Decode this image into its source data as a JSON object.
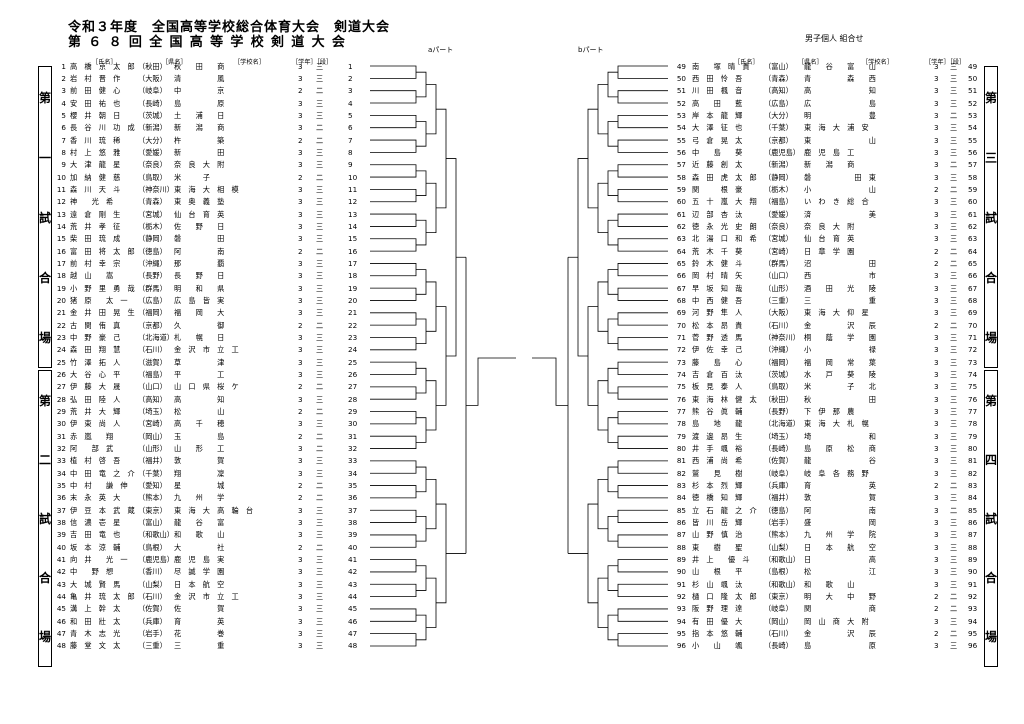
{
  "title": {
    "line1": "令和３年度　全国高等学校総合体育大会　剣道大会",
    "line2": "第６８回全国高等学校剣道大会"
  },
  "parts": {
    "a": "aパート",
    "b": "bパート"
  },
  "right_title": "男子個人 組合せ",
  "headers": {
    "name": "［氏名］",
    "pref": "［県名］",
    "school": "［学校名］",
    "grade": "［学年］［段］"
  },
  "courts": [
    {
      "label": [
        "第",
        "一",
        "試",
        "合",
        "場"
      ]
    },
    {
      "label": [
        "第",
        "二",
        "試",
        "合",
        "場"
      ]
    },
    {
      "label": [
        "第",
        "三",
        "試",
        "合",
        "場"
      ]
    },
    {
      "label": [
        "第",
        "四",
        "試",
        "合",
        "場"
      ]
    }
  ],
  "left_entries": [
    {
      "no": "1",
      "name": "高　橋　京　太　郎",
      "pref": "（秋田）",
      "school": "秋　　田　　商",
      "g": "3",
      "d": "三"
    },
    {
      "no": "2",
      "name": "岩　村　晋　作",
      "pref": "（大阪）",
      "school": "清　　　　　風",
      "g": "3",
      "d": "三"
    },
    {
      "no": "3",
      "name": "前　田　健　心",
      "pref": "（岐阜）",
      "school": "中　　　　　京",
      "g": "2",
      "d": "二"
    },
    {
      "no": "4",
      "name": "安　田　祐　也",
      "pref": "（長崎）",
      "school": "島　　　　　原",
      "g": "3",
      "d": "三"
    },
    {
      "no": "5",
      "name": "櫻　井　朝　日",
      "pref": "（茨城）",
      "school": "土　　浦　　日",
      "g": "3",
      "d": "三"
    },
    {
      "no": "6",
      "name": "長　谷　川　功　成",
      "pref": "（新潟）",
      "school": "新　　潟　　商",
      "g": "3",
      "d": "二"
    },
    {
      "no": "7",
      "name": "香　川　琉　稀",
      "pref": "（大分）",
      "school": "杵　　　　　築",
      "g": "2",
      "d": "二"
    },
    {
      "no": "8",
      "name": "村　上　悠　雅",
      "pref": "（愛媛）",
      "school": "新　　　　　田",
      "g": "3",
      "d": "三"
    },
    {
      "no": "9",
      "name": "大　津　龍　星",
      "pref": "（奈良）",
      "school": "奈　良　大　附",
      "g": "3",
      "d": "三"
    },
    {
      "no": "10",
      "name": "加　納　健　慈",
      "pref": "（鳥取）",
      "school": "米　　　子　　",
      "g": "2",
      "d": "二"
    },
    {
      "no": "11",
      "name": "森　川　天　斗",
      "pref": "（神奈川）",
      "school": "東　海　大　相　模",
      "g": "3",
      "d": "三"
    },
    {
      "no": "12",
      "name": "神　　光　希",
      "pref": "（青森）",
      "school": "東　奥　義　塾",
      "g": "3",
      "d": "三"
    },
    {
      "no": "13",
      "name": "遠　倉　剛　生",
      "pref": "（宮城）",
      "school": "仙　台　育　英",
      "g": "3",
      "d": "三"
    },
    {
      "no": "14",
      "name": "荒　井　孝　征",
      "pref": "（栃木）",
      "school": "佐　　野　　日",
      "g": "3",
      "d": "三"
    },
    {
      "no": "15",
      "name": "柴　田　琉　成",
      "pref": "（静岡）",
      "school": "磐　　　　　田",
      "g": "3",
      "d": "三"
    },
    {
      "no": "16",
      "name": "富　田　将　太　郎",
      "pref": "（徳島）",
      "school": "阿　　　　　南",
      "g": "2",
      "d": "二"
    },
    {
      "no": "17",
      "name": "前　村　幸　宗",
      "pref": "（沖縄）",
      "school": "那　　　　　覇",
      "g": "3",
      "d": "三"
    },
    {
      "no": "18",
      "name": "越　山　　嵩",
      "pref": "（長野）",
      "school": "長　　野　　日",
      "g": "3",
      "d": "三"
    },
    {
      "no": "19",
      "name": "小　野　里　勇　哉",
      "pref": "（群馬）",
      "school": "明　　和　　県",
      "g": "3",
      "d": "三"
    },
    {
      "no": "20",
      "name": "猪　原　　太　一",
      "pref": "（広島）",
      "school": "広　島　皆　実",
      "g": "3",
      "d": "三"
    },
    {
      "no": "21",
      "name": "金　井　田　晃　生",
      "pref": "（福岡）",
      "school": "福　　岡　　大",
      "g": "3",
      "d": "三"
    },
    {
      "no": "22",
      "name": "古　関　侑　真",
      "pref": "（京都）",
      "school": "久　　　　　御",
      "g": "2",
      "d": "二"
    },
    {
      "no": "23",
      "name": "中　野　豪　己",
      "pref": "（北海道）",
      "school": "札　　幌　　日",
      "g": "3",
      "d": "三"
    },
    {
      "no": "24",
      "name": "森　田　翔　慧",
      "pref": "（石川）",
      "school": "金　沢　市　立　工",
      "g": "3",
      "d": "三"
    },
    {
      "no": "25",
      "name": "竹　澤　拓　人",
      "pref": "（滋賀）",
      "school": "草　　　　　津",
      "g": "3",
      "d": "三"
    },
    {
      "no": "26",
      "name": "大　谷　心　平",
      "pref": "（福島）",
      "school": "平　　　　　工",
      "g": "3",
      "d": "三"
    },
    {
      "no": "27",
      "name": "伊　藤　大　晟",
      "pref": "（山口）",
      "school": "山　口　県　桜　ケ",
      "g": "2",
      "d": "二"
    },
    {
      "no": "28",
      "name": "弘　田　陸　人",
      "pref": "（高知）",
      "school": "高　　　　　知",
      "g": "3",
      "d": "三"
    },
    {
      "no": "29",
      "name": "荒　井　大　輝",
      "pref": "（埼玉）",
      "school": "松　　　　　山",
      "g": "2",
      "d": "二"
    },
    {
      "no": "30",
      "name": "伊　東　尚　人",
      "pref": "（宮崎）",
      "school": "高　　千　　穂",
      "g": "3",
      "d": "三"
    },
    {
      "no": "31",
      "name": "赤　嵐　　翔",
      "pref": "（岡山）",
      "school": "玉　　　　　島",
      "g": "2",
      "d": "二"
    },
    {
      "no": "32",
      "name": "阿　　部　武",
      "pref": "（山形）",
      "school": "山　　形　　工",
      "g": "3",
      "d": "二"
    },
    {
      "no": "33",
      "name": "植　村　啓　吾",
      "pref": "（福井）",
      "school": "敦　　　　　賀",
      "g": "3",
      "d": "三"
    },
    {
      "no": "34",
      "name": "中　田　竜　之　介",
      "pref": "（千葉）",
      "school": "翔　　　　　凜",
      "g": "3",
      "d": "三"
    },
    {
      "no": "35",
      "name": "中　村　　謙　伸",
      "pref": "（愛知）",
      "school": "星　　　　　城",
      "g": "2",
      "d": "二"
    },
    {
      "no": "36",
      "name": "末　永　英　大",
      "pref": "（熊本）",
      "school": "九　　州　　学",
      "g": "2",
      "d": "二"
    },
    {
      "no": "37",
      "name": "伊　豆　本　武　蔵",
      "pref": "（東京）",
      "school": "東　海　大　高　輪　台",
      "g": "3",
      "d": "三"
    },
    {
      "no": "38",
      "name": "信　濃　壱　星",
      "pref": "（富山）",
      "school": "龍　　谷　　富",
      "g": "3",
      "d": "三"
    },
    {
      "no": "39",
      "name": "吉　田　竜　也",
      "pref": "（和歌山）",
      "school": "和　　歌　　山",
      "g": "3",
      "d": "三"
    },
    {
      "no": "40",
      "name": "坂　本　涼　輔",
      "pref": "（鳥根）",
      "school": "大　　　　　社",
      "g": "2",
      "d": "二"
    },
    {
      "no": "41",
      "name": "向　井　　光　一",
      "pref": "（鹿児島）",
      "school": "鹿　児　島　実",
      "g": "3",
      "d": "三"
    },
    {
      "no": "42",
      "name": "中　　野　想",
      "pref": "（香川）",
      "school": "尽　誠　学　園",
      "g": "3",
      "d": "三"
    },
    {
      "no": "43",
      "name": "大　城　賢　馬",
      "pref": "（山梨）",
      "school": "日　本　航　空",
      "g": "3",
      "d": "三"
    },
    {
      "no": "44",
      "name": "亀　井　琉　太　郎",
      "pref": "（石川）",
      "school": "金　沢　市　立　工",
      "g": "3",
      "d": "三"
    },
    {
      "no": "45",
      "name": "溝　上　幹　太",
      "pref": "（佐賀）",
      "school": "佐　　　　　賀",
      "g": "3",
      "d": "三"
    },
    {
      "no": "46",
      "name": "和　田　壯　太",
      "pref": "（兵庫）",
      "school": "育　　　　　英",
      "g": "3",
      "d": "三"
    },
    {
      "no": "47",
      "name": "青　木　志　光",
      "pref": "（岩手）",
      "school": "花　　　　　巻",
      "g": "3",
      "d": "三"
    },
    {
      "no": "48",
      "name": "藤　堂　文　太",
      "pref": "（三重）",
      "school": "三　　　　　重",
      "g": "3",
      "d": "三"
    }
  ],
  "right_entries": [
    {
      "no": "49",
      "name": "南　　塚　晴　貴",
      "pref": "（富山）",
      "school": "龍　　谷　　富　　山",
      "g": "3",
      "d": "三"
    },
    {
      "no": "50",
      "name": "西　田　怜　吾",
      "pref": "（青森）",
      "school": "青　　　　　森　　西",
      "g": "3",
      "d": "三"
    },
    {
      "no": "51",
      "name": "川　田　楓　音",
      "pref": "（高知）",
      "school": "高　　　　　　　　知",
      "g": "3",
      "d": "三"
    },
    {
      "no": "52",
      "name": "高　　田　　藍",
      "pref": "（広島）",
      "school": "広　　　　　　　　島",
      "g": "3",
      "d": "三"
    },
    {
      "no": "53",
      "name": "岸　本　龍　輝",
      "pref": "（大分）",
      "school": "明　　　　　　　　豊",
      "g": "3",
      "d": "二"
    },
    {
      "no": "54",
      "name": "大　澤　征　也",
      "pref": "（千葉）",
      "school": "東　海　大　浦　安",
      "g": "3",
      "d": "三"
    },
    {
      "no": "55",
      "name": "弓　倉　晃　太",
      "pref": "（京都）",
      "school": "東　　　　　　　　山",
      "g": "3",
      "d": "三"
    },
    {
      "no": "56",
      "name": "中　　島　　葵",
      "pref": "（鹿児島）",
      "school": "鹿　児　島　工",
      "g": "3",
      "d": "三"
    },
    {
      "no": "57",
      "name": "近　藤　創　太",
      "pref": "（新潟）",
      "school": "新　　潟　　商",
      "g": "3",
      "d": "二"
    },
    {
      "no": "58",
      "name": "森　田　虎　太　郎",
      "pref": "（静岡）",
      "school": "磐　　　　　　田　東",
      "g": "3",
      "d": "三"
    },
    {
      "no": "59",
      "name": "関　　　根　豪",
      "pref": "（栃木）",
      "school": "小　　　　　　　　山",
      "g": "2",
      "d": "二"
    },
    {
      "no": "60",
      "name": "五　十　嵐　大　翔",
      "pref": "（福島）",
      "school": "い　わ　き　総　合",
      "g": "3",
      "d": "三"
    },
    {
      "no": "61",
      "name": "辺　部　杏　汰",
      "pref": "（愛媛）",
      "school": "済　　　　　　　　美",
      "g": "3",
      "d": "三"
    },
    {
      "no": "62",
      "name": "徳　永　光　史　朗",
      "pref": "（奈良）",
      "school": "奈　良　大　附",
      "g": "3",
      "d": "三"
    },
    {
      "no": "63",
      "name": "北　湯　口　和　希",
      "pref": "（宮城）",
      "school": "仙　台　育　英",
      "g": "3",
      "d": "三"
    },
    {
      "no": "64",
      "name": "荒　木　千　葵",
      "pref": "（宮崎）",
      "school": "日　章　学　園",
      "g": "2",
      "d": "二"
    },
    {
      "no": "65",
      "name": "鈴　木　健　斗",
      "pref": "（群馬）",
      "school": "沼　　　　　　　　田",
      "g": "2",
      "d": "二"
    },
    {
      "no": "66",
      "name": "岡　村　晴　矢",
      "pref": "（山口）",
      "school": "西　　　　　　　　市",
      "g": "3",
      "d": "三"
    },
    {
      "no": "67",
      "name": "早　坂　知　哉",
      "pref": "（山形）",
      "school": "酒　　田　　光　　陵",
      "g": "3",
      "d": "三"
    },
    {
      "no": "68",
      "name": "中　西　健　吾",
      "pref": "（三重）",
      "school": "三　　　　　　　　重",
      "g": "3",
      "d": "三"
    },
    {
      "no": "69",
      "name": "河　野　隼　人",
      "pref": "（大阪）",
      "school": "東　海　大　仰　星",
      "g": "3",
      "d": "三"
    },
    {
      "no": "70",
      "name": "松　本　昂　貴",
      "pref": "（石川）",
      "school": "金　　　　　沢　　辰",
      "g": "2",
      "d": "二"
    },
    {
      "no": "71",
      "name": "菅　野　透　馬",
      "pref": "（神奈川）",
      "school": "桐　　蔭　　学　　園",
      "g": "3",
      "d": "三"
    },
    {
      "no": "72",
      "name": "伊　佐　幸　己",
      "pref": "（沖縄）",
      "school": "小　　　　　　　　禄",
      "g": "3",
      "d": "三"
    },
    {
      "no": "73",
      "name": "藤　　島　　心",
      "pref": "（福岡）",
      "school": "福　　岡　　常　　葉",
      "g": "3",
      "d": "三"
    },
    {
      "no": "74",
      "name": "吉　倉　百　汰",
      "pref": "（茨城）",
      "school": "水　　戸　　葵　　陵",
      "g": "3",
      "d": "三"
    },
    {
      "no": "75",
      "name": "板　見　泰　人",
      "pref": "（鳥取）",
      "school": "米　　　　　子　　北",
      "g": "3",
      "d": "三"
    },
    {
      "no": "76",
      "name": "東　海　林　健　太",
      "pref": "（秋田）",
      "school": "秋　　　　　　　　田",
      "g": "3",
      "d": "三"
    },
    {
      "no": "77",
      "name": "熊　谷　眞　輔",
      "pref": "（長野）",
      "school": "下　伊　那　農",
      "g": "3",
      "d": "三"
    },
    {
      "no": "78",
      "name": "島　　地　　龍",
      "pref": "（北海道）",
      "school": "東　海　大　札　幌",
      "g": "3",
      "d": "三"
    },
    {
      "no": "79",
      "name": "渡　邊　昂　生",
      "pref": "（埼玉）",
      "school": "埼　　　　　　　　和",
      "g": "3",
      "d": "三"
    },
    {
      "no": "80",
      "name": "井　手　颯　裕",
      "pref": "（長崎）",
      "school": "島　　原　　松　　商",
      "g": "3",
      "d": "三"
    },
    {
      "no": "81",
      "name": "西　浦　尚　希",
      "pref": "（佐賀）",
      "school": "龍　　　　　　　　谷",
      "g": "3",
      "d": "三"
    },
    {
      "no": "82",
      "name": "鷲　　見　　樹",
      "pref": "（岐阜）",
      "school": "岐　阜　各　務　野",
      "g": "3",
      "d": "三"
    },
    {
      "no": "83",
      "name": "杉　本　烈　輝",
      "pref": "（兵庫）",
      "school": "育　　　　　　　　英",
      "g": "2",
      "d": "二"
    },
    {
      "no": "84",
      "name": "徳　橋　知　輝",
      "pref": "（福井）",
      "school": "敦　　　　　　　　賀",
      "g": "3",
      "d": "三"
    },
    {
      "no": "85",
      "name": "立　石　龍　之　介",
      "pref": "（徳島）",
      "school": "阿　　　　　　　　南",
      "g": "3",
      "d": "二"
    },
    {
      "no": "86",
      "name": "皆　川　岳　輝",
      "pref": "（岩手）",
      "school": "盛　　　　　　　　岡",
      "g": "3",
      "d": "三"
    },
    {
      "no": "87",
      "name": "山　野　慎　治",
      "pref": "（熊本）",
      "school": "九　　州　　学　　院",
      "g": "3",
      "d": "三"
    },
    {
      "no": "88",
      "name": "東　　樹　　聖",
      "pref": "（山梨）",
      "school": "日　　本　　航　　空",
      "g": "3",
      "d": "三"
    },
    {
      "no": "89",
      "name": "井　上　　優　斗",
      "pref": "（和歌山）",
      "school": "日　　　　　　　　高",
      "g": "3",
      "d": "三"
    },
    {
      "no": "90",
      "name": "山　　根　　平",
      "pref": "（島根）",
      "school": "松　　　　　　　　江",
      "g": "3",
      "d": "三"
    },
    {
      "no": "91",
      "name": "杉　山　颯　汰",
      "pref": "（和歌山）",
      "school": "和　　歌　　山",
      "g": "3",
      "d": "三"
    },
    {
      "no": "92",
      "name": "樋　口　隆　太　郎",
      "pref": "（東京）",
      "school": "明　　大　　中　　野",
      "g": "2",
      "d": "二"
    },
    {
      "no": "93",
      "name": "阪　野　理　達",
      "pref": "（岐阜）",
      "school": "関　　　　　　　　商",
      "g": "2",
      "d": "二"
    },
    {
      "no": "94",
      "name": "有　田　優　大",
      "pref": "（岡山）",
      "school": "岡　山　商　大　附",
      "g": "3",
      "d": "三"
    },
    {
      "no": "95",
      "name": "指　本　悠　輔",
      "pref": "（石川）",
      "school": "金　　　　　沢　　辰",
      "g": "2",
      "d": "二"
    },
    {
      "no": "96",
      "name": "小　　山　　颯",
      "pref": "（長崎）",
      "school": "島　　　　　　　　原",
      "g": "3",
      "d": "三"
    }
  ]
}
